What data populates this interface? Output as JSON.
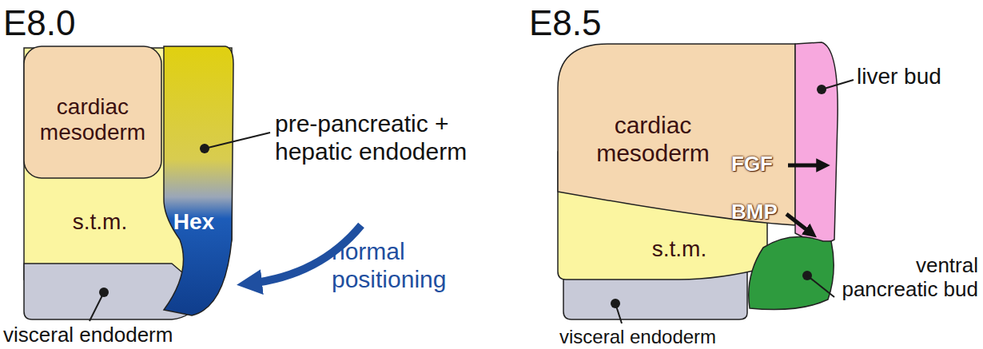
{
  "diagram": {
    "nodes": [
      {
        "text": [
          "cardiac mesoderm"
        ]
      },
      {
        "text": [
          "s.t.m."
        ]
      },
      {
        "text": [
          "Hex"
        ]
      },
      {
        "text": [
          "cardiac mesoderm"
        ]
      },
      {
        "text": [
          "s.t.m."
        ]
      }
    ],
    "labels": [
      "E8.0",
      "pre-pancreatic + hepatic endoderm",
      "visceral endoderm",
      "normal positioning",
      "E8.5",
      "liver bud",
      "FGF",
      "BMP",
      "visceral endoderm",
      "ventral pancreatic bud"
    ]
  }
}
